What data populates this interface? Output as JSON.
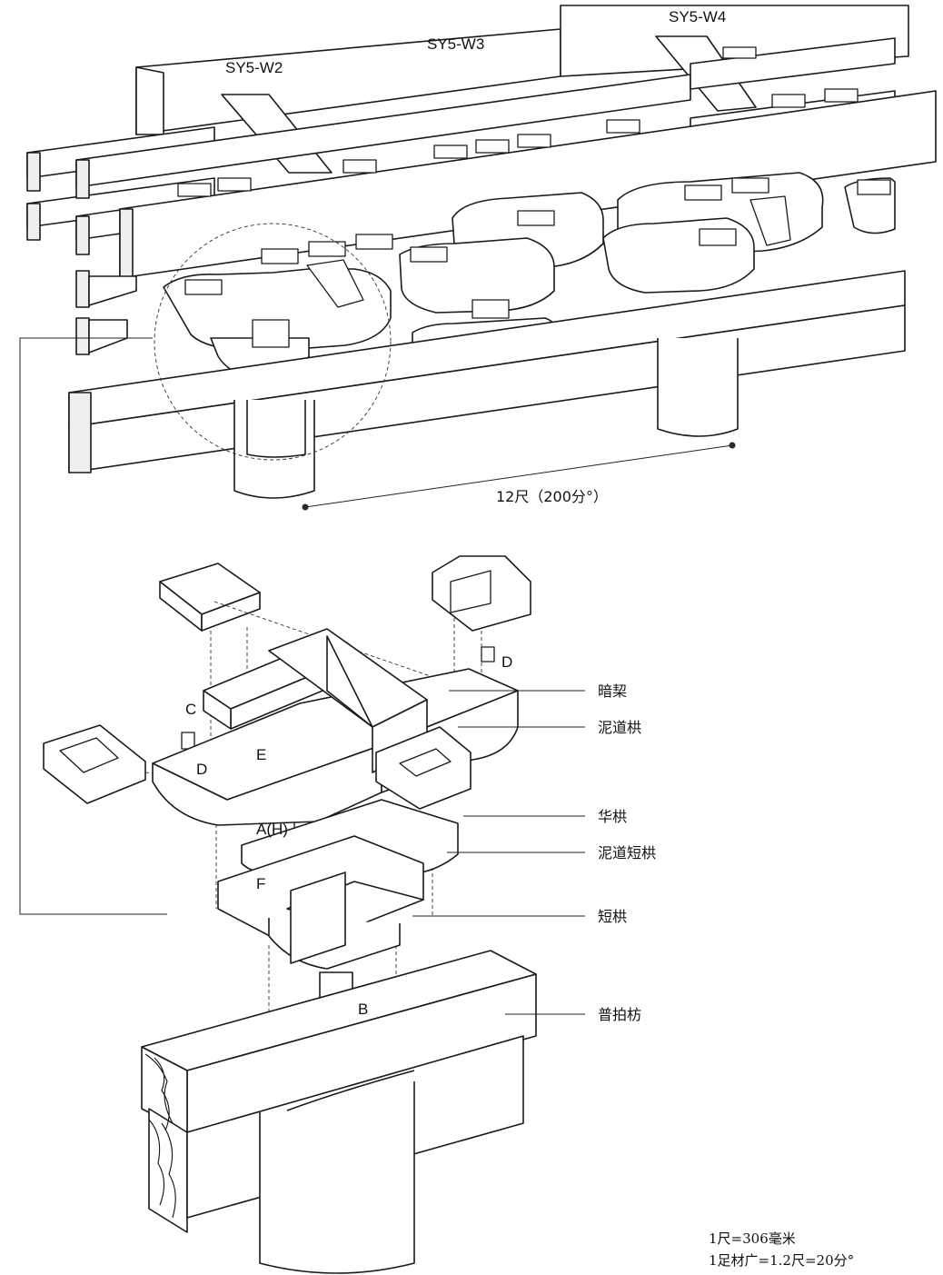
{
  "top_view": {
    "bay_labels": [
      "SY5-W2",
      "SY5-W3",
      "SY5-W4"
    ],
    "span_label": "12尺（200分°）"
  },
  "exploded_view": {
    "part_letters": [
      "C",
      "D",
      "E",
      "D",
      "A(H)",
      "F",
      "B"
    ],
    "callouts": [
      "暗栔",
      "泥道栱",
      "华栱",
      "泥道短栱",
      "短栱",
      "普拍枋"
    ]
  },
  "notes": [
    "1尺=306毫米",
    "1足材广=1.2尺=20分°"
  ]
}
